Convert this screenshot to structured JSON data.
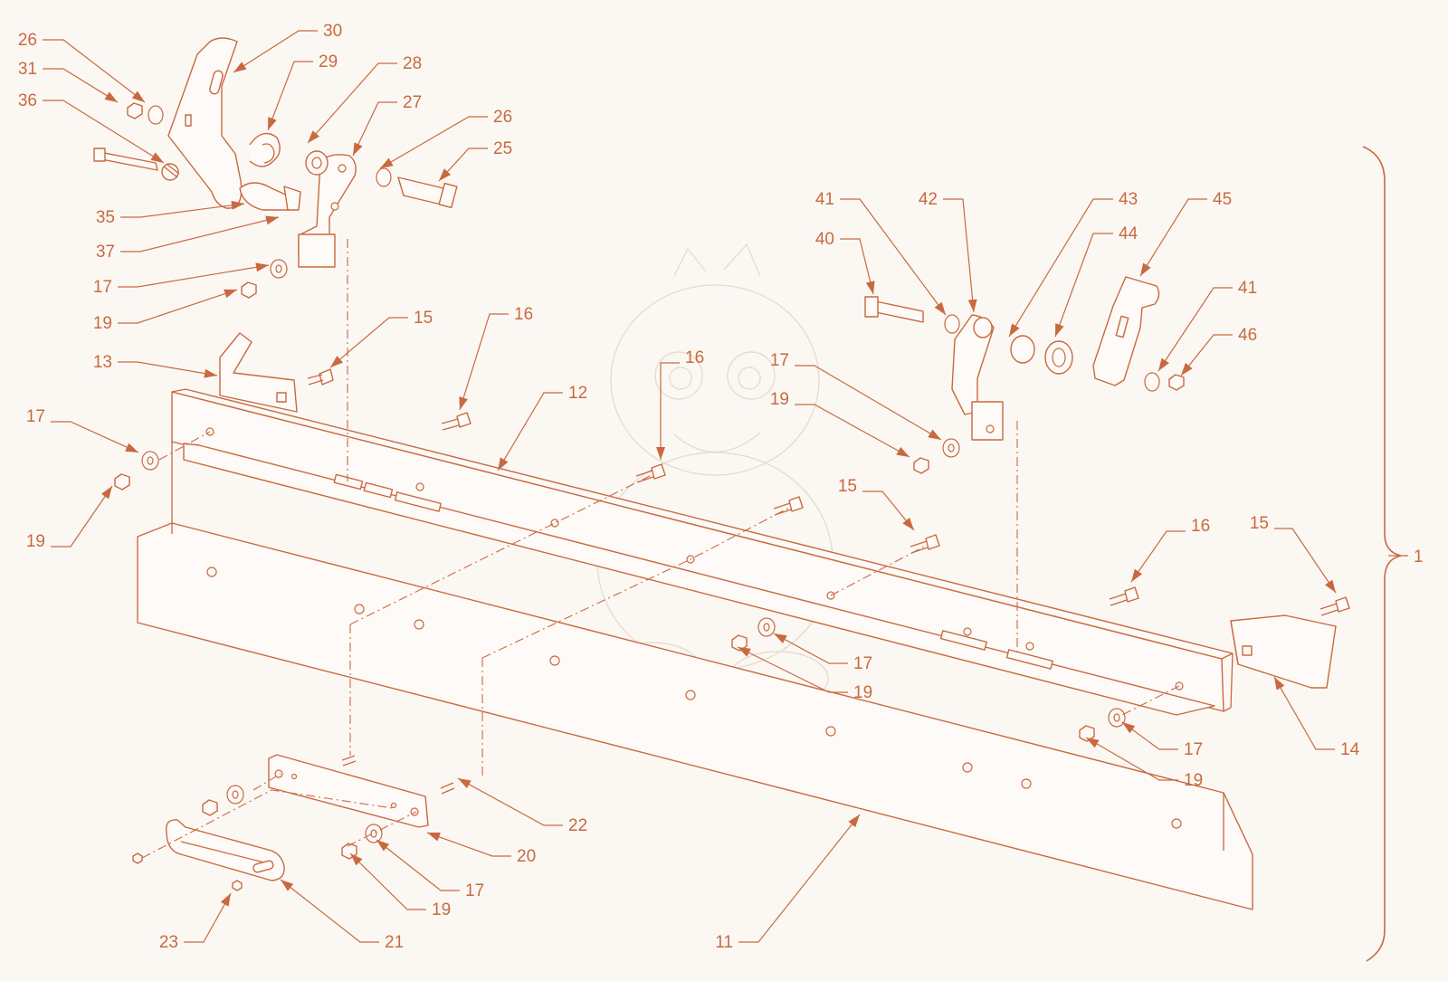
{
  "colors": {
    "accent": "#c9693f",
    "background": "#fbf8f4"
  },
  "assembly": {
    "bracket_label": "1"
  },
  "callouts": [
    {
      "id": "c26a",
      "label": "26"
    },
    {
      "id": "c31",
      "label": "31"
    },
    {
      "id": "c36",
      "label": "36"
    },
    {
      "id": "c30",
      "label": "30"
    },
    {
      "id": "c29",
      "label": "29"
    },
    {
      "id": "c28",
      "label": "28"
    },
    {
      "id": "c27",
      "label": "27"
    },
    {
      "id": "c26b",
      "label": "26"
    },
    {
      "id": "c25",
      "label": "25"
    },
    {
      "id": "c35",
      "label": "35"
    },
    {
      "id": "c37",
      "label": "37"
    },
    {
      "id": "c17a",
      "label": "17"
    },
    {
      "id": "c19a",
      "label": "19"
    },
    {
      "id": "c13",
      "label": "13"
    },
    {
      "id": "c15a",
      "label": "15"
    },
    {
      "id": "c16a",
      "label": "16"
    },
    {
      "id": "c12",
      "label": "12"
    },
    {
      "id": "c16b",
      "label": "16"
    },
    {
      "id": "c17b",
      "label": "17"
    },
    {
      "id": "c19b",
      "label": "19"
    },
    {
      "id": "c41a",
      "label": "41"
    },
    {
      "id": "c42",
      "label": "42"
    },
    {
      "id": "c43",
      "label": "43"
    },
    {
      "id": "c44",
      "label": "44"
    },
    {
      "id": "c45",
      "label": "45"
    },
    {
      "id": "c40",
      "label": "40"
    },
    {
      "id": "c41b",
      "label": "41"
    },
    {
      "id": "c46",
      "label": "46"
    },
    {
      "id": "c17c",
      "label": "17"
    },
    {
      "id": "c19c",
      "label": "19"
    },
    {
      "id": "c15b",
      "label": "15"
    },
    {
      "id": "c16c",
      "label": "16"
    },
    {
      "id": "c15c",
      "label": "15"
    },
    {
      "id": "c17d",
      "label": "17"
    },
    {
      "id": "c19d",
      "label": "19"
    },
    {
      "id": "c17e",
      "label": "17"
    },
    {
      "id": "c19e",
      "label": "19"
    },
    {
      "id": "c14",
      "label": "14"
    },
    {
      "id": "c22",
      "label": "22"
    },
    {
      "id": "c20",
      "label": "20"
    },
    {
      "id": "c17f",
      "label": "17"
    },
    {
      "id": "c19f",
      "label": "19"
    },
    {
      "id": "c23",
      "label": "23"
    },
    {
      "id": "c21",
      "label": "21"
    },
    {
      "id": "c11",
      "label": "11"
    }
  ]
}
